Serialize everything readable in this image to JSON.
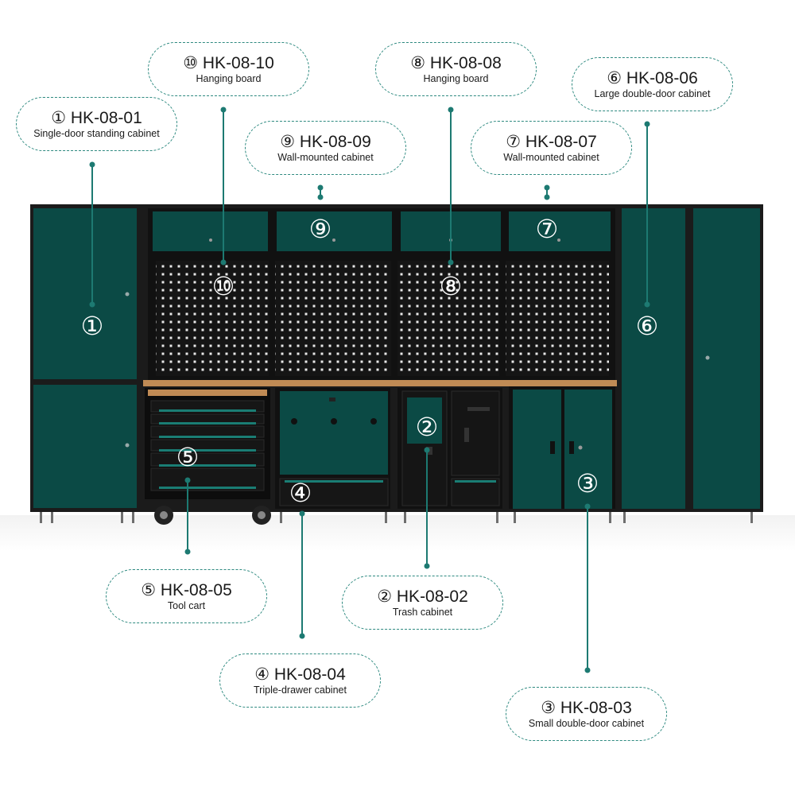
{
  "accent_color": "#1d7a72",
  "cabinet_color": "#0b4a45",
  "worktop_color": "#c08b55",
  "callouts": [
    {
      "marker": "⑩",
      "code": "HK-08-10",
      "name": "Hanging board"
    },
    {
      "marker": "⑧",
      "code": "HK-08-08",
      "name": "Hanging board"
    },
    {
      "marker": "⑥",
      "code": "HK-08-06",
      "name": "Large double-door cabinet"
    },
    {
      "marker": "①",
      "code": "HK-08-01",
      "name": "Single-door standing cabinet"
    },
    {
      "marker": "⑨",
      "code": "HK-08-09",
      "name": "Wall-mounted cabinet"
    },
    {
      "marker": "⑦",
      "code": "HK-08-07",
      "name": "Wall-mounted cabinet"
    },
    {
      "marker": "⑤",
      "code": "HK-08-05",
      "name": "Tool cart"
    },
    {
      "marker": "②",
      "code": "HK-08-02",
      "name": "Trash cabinet"
    },
    {
      "marker": "④",
      "code": "HK-08-04",
      "name": "Triple-drawer cabinet"
    },
    {
      "marker": "③",
      "code": "HK-08-03",
      "name": "Small double-door cabinet"
    }
  ],
  "image_markers": [
    "⑩",
    "⑨",
    "⑧",
    "⑦",
    "⑥",
    "①",
    "②",
    "③",
    "④",
    "⑤"
  ]
}
